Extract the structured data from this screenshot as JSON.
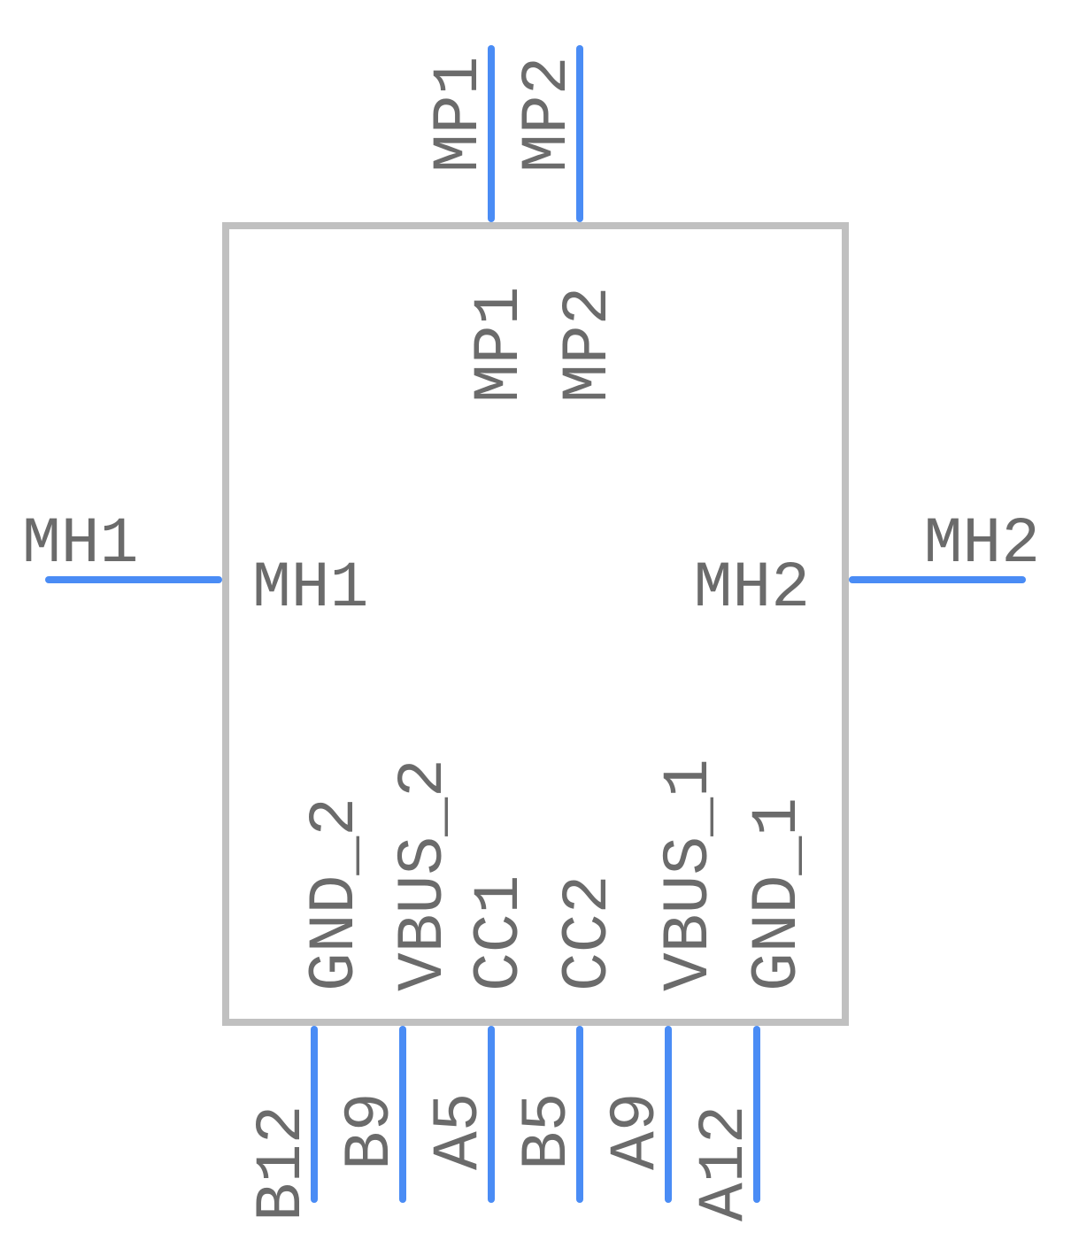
{
  "component": {
    "top_pins": [
      {
        "number": "MP1",
        "name": "MP1"
      },
      {
        "number": "MP2",
        "name": "MP2"
      }
    ],
    "left_pins": [
      {
        "number": "MH1",
        "name": "MH1"
      }
    ],
    "right_pins": [
      {
        "number": "MH2",
        "name": "MH2"
      }
    ],
    "bottom_pins": [
      {
        "number": "B12",
        "name": "GND_2"
      },
      {
        "number": "B9",
        "name": "VBUS_2"
      },
      {
        "number": "A5",
        "name": "CC1"
      },
      {
        "number": "B5",
        "name": "CC2"
      },
      {
        "number": "A9",
        "name": "VBUS_1"
      },
      {
        "number": "A12",
        "name": "GND_1"
      }
    ]
  },
  "colors": {
    "pin": "#4a8cf5",
    "body_outline": "#c0c0c0",
    "text": "#6b6b6b",
    "background": "#ffffff"
  }
}
